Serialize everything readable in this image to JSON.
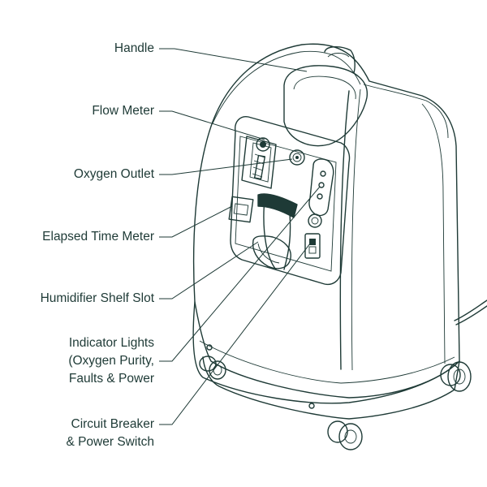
{
  "labels": {
    "handle": "Handle",
    "flow_meter": "Flow Meter",
    "oxygen_outlet": "Oxygen Outlet",
    "elapsed_time_meter": "Elapsed Time Meter",
    "humidifier_shelf_slot": "Humidifier Shelf Slot",
    "indicator_lights": [
      "Indicator Lights",
      "(Oxygen Purity,",
      "Faults & Power"
    ],
    "circuit_breaker": [
      "Circuit Breaker",
      "& Power Switch"
    ]
  },
  "colors": {
    "ink": "#1e3a36",
    "background": "#ffffff"
  }
}
